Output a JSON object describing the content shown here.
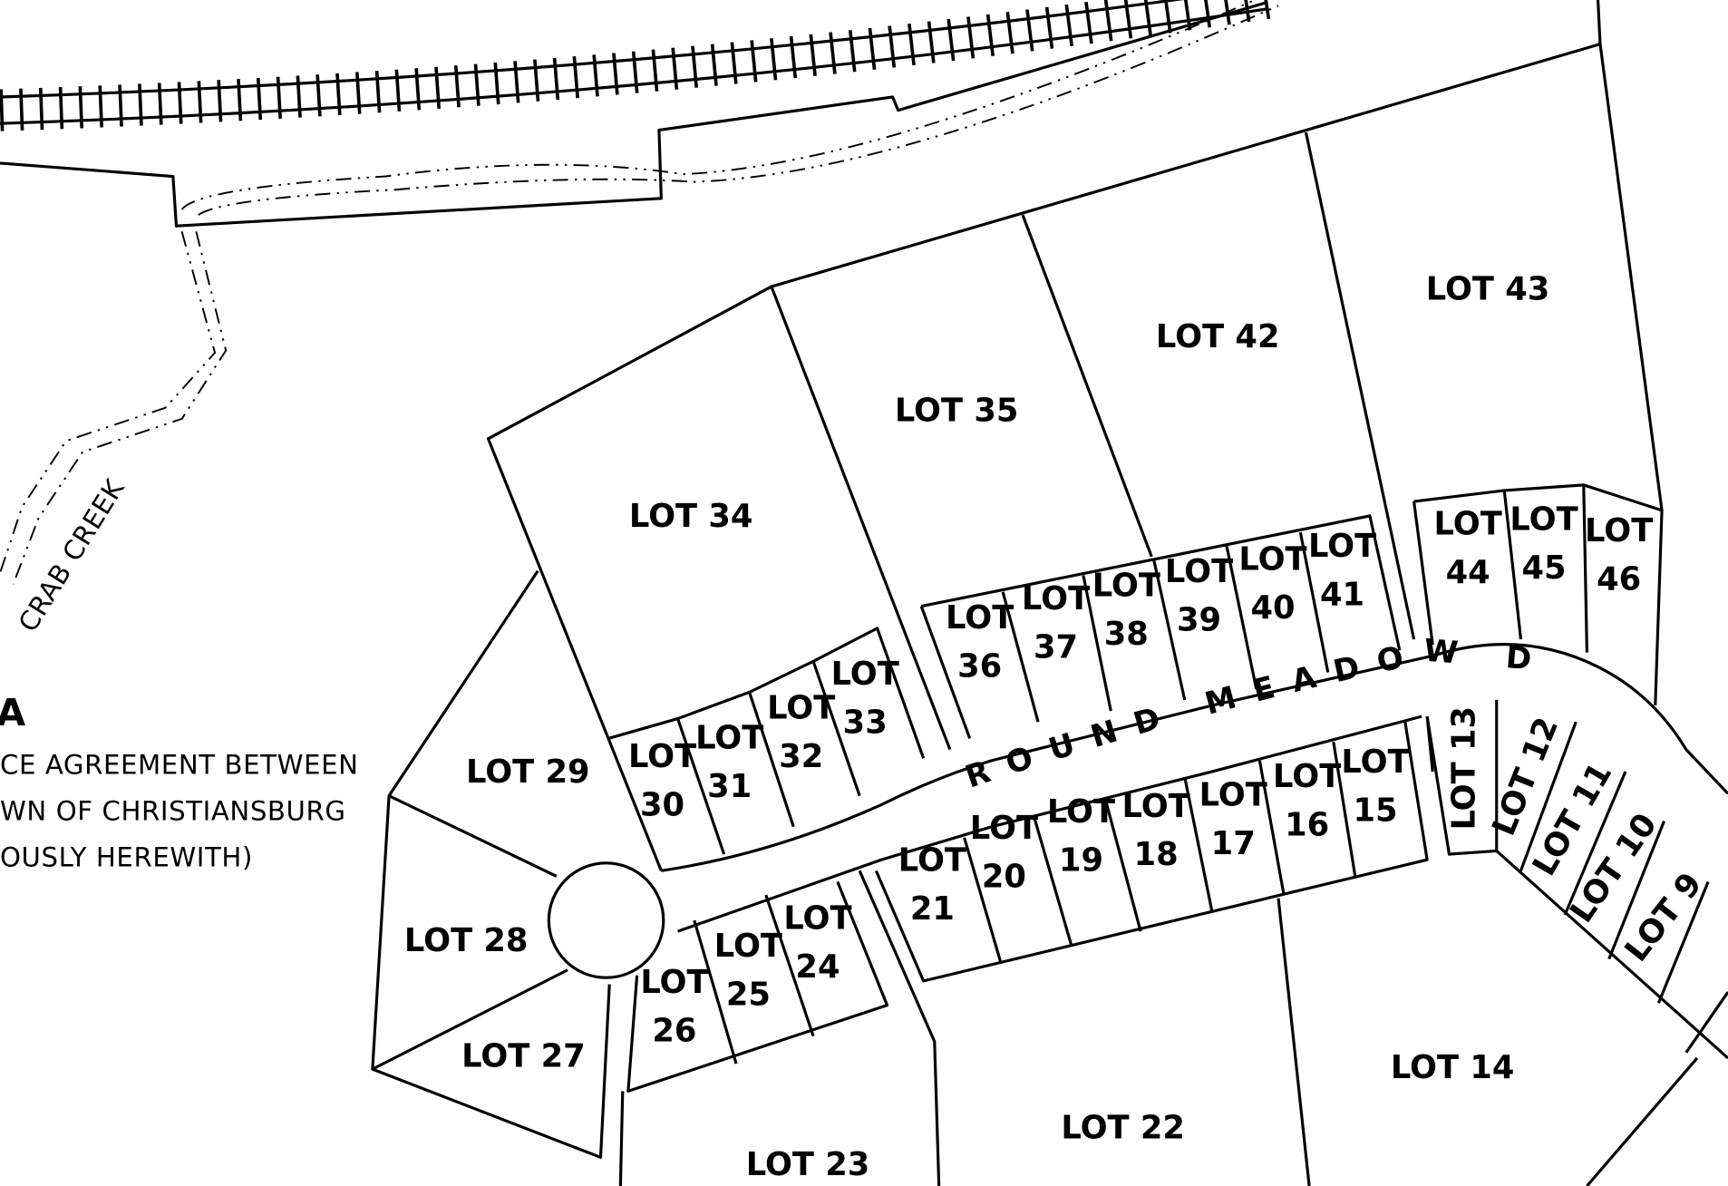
{
  "lots": [
    {
      "id": "34",
      "lines": [
        "LOT 34"
      ]
    },
    {
      "id": "35",
      "lines": [
        "LOT 35"
      ]
    },
    {
      "id": "42",
      "lines": [
        "LOT 42"
      ]
    },
    {
      "id": "43",
      "lines": [
        "LOT 43"
      ]
    },
    {
      "id": "44",
      "lines": [
        "LOT",
        "44"
      ]
    },
    {
      "id": "45",
      "lines": [
        "LOT",
        "45"
      ]
    },
    {
      "id": "46",
      "lines": [
        "LOT",
        "46"
      ]
    },
    {
      "id": "36",
      "lines": [
        "LOT",
        "36"
      ]
    },
    {
      "id": "37",
      "lines": [
        "LOT",
        "37"
      ]
    },
    {
      "id": "38",
      "lines": [
        "LOT",
        "38"
      ]
    },
    {
      "id": "39",
      "lines": [
        "LOT",
        "39"
      ]
    },
    {
      "id": "40",
      "lines": [
        "LOT",
        "40"
      ]
    },
    {
      "id": "41",
      "lines": [
        "LOT",
        "41"
      ]
    },
    {
      "id": "29",
      "lines": [
        "LOT 29"
      ]
    },
    {
      "id": "30",
      "lines": [
        "LOT",
        "30"
      ]
    },
    {
      "id": "31",
      "lines": [
        "LOT",
        "31"
      ]
    },
    {
      "id": "32",
      "lines": [
        "LOT",
        "32"
      ]
    },
    {
      "id": "33",
      "lines": [
        "LOT",
        "33"
      ]
    },
    {
      "id": "28",
      "lines": [
        "LOT 28"
      ]
    },
    {
      "id": "27",
      "lines": [
        "LOT 27"
      ]
    },
    {
      "id": "26",
      "lines": [
        "LOT",
        "26"
      ]
    },
    {
      "id": "25",
      "lines": [
        "LOT",
        "25"
      ]
    },
    {
      "id": "24",
      "lines": [
        "LOT",
        "24"
      ]
    },
    {
      "id": "23",
      "lines": [
        "LOT 23"
      ]
    },
    {
      "id": "21",
      "lines": [
        "LOT",
        "21"
      ]
    },
    {
      "id": "20",
      "lines": [
        "LOT",
        "20"
      ]
    },
    {
      "id": "19",
      "lines": [
        "LOT",
        "19"
      ]
    },
    {
      "id": "18",
      "lines": [
        "LOT",
        "18"
      ]
    },
    {
      "id": "17",
      "lines": [
        "LOT",
        "17"
      ]
    },
    {
      "id": "16",
      "lines": [
        "LOT",
        "16"
      ]
    },
    {
      "id": "15",
      "lines": [
        "LOT",
        "15"
      ]
    },
    {
      "id": "22",
      "lines": [
        "LOT 22"
      ]
    },
    {
      "id": "14",
      "lines": [
        "LOT 14"
      ]
    },
    {
      "id": "13",
      "lines": [
        "LOT 13"
      ]
    },
    {
      "id": "12",
      "lines": [
        "LOT 12"
      ]
    },
    {
      "id": "11",
      "lines": [
        "LOT 11"
      ]
    },
    {
      "id": "10",
      "lines": [
        "LOT 10"
      ]
    },
    {
      "id": "9",
      "lines": [
        "LOT 9"
      ]
    }
  ],
  "road_name": "ROUND MEADOW DR.",
  "creek_label": "CRAB CREEK",
  "note": {
    "heading": "A",
    "lines": [
      "CE AGREEMENT BETWEEN",
      "WN OF CHRISTIANSBURG",
      "OUSLY HEREWITH)"
    ]
  }
}
